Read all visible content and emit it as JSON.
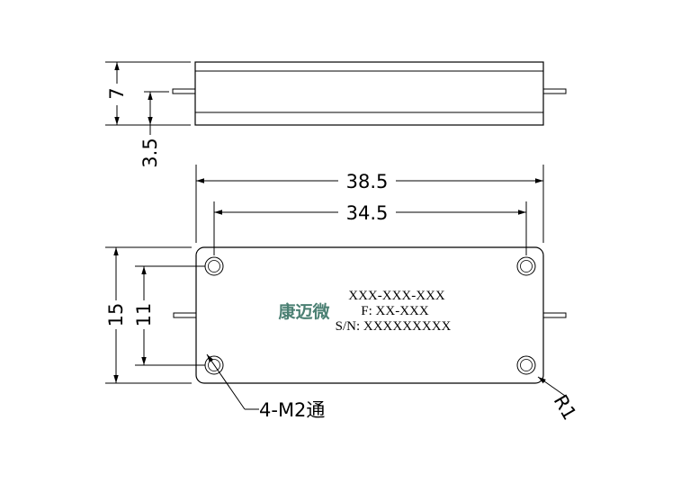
{
  "drawing": {
    "dimensions": {
      "height_total": "7",
      "height_half": "3.5",
      "length_total": "38.5",
      "hole_spacing_x": "34.5",
      "width_total": "15",
      "hole_spacing_y": "11"
    },
    "callouts": {
      "holes": "4-M2通",
      "corner_radius": "R1"
    },
    "label": {
      "brand": "康迈微",
      "part_number": "XXX-XXX-XXX",
      "frequency": "F: XX-XXX",
      "serial": "S/N: XXXXXXXXX"
    },
    "colors": {
      "line": "#000000",
      "brand": "#4a7f72"
    }
  }
}
